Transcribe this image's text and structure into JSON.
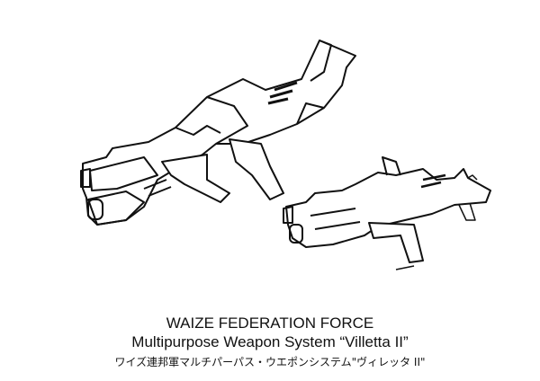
{
  "caption": {
    "line1": "WAIZE FEDERATION FORCE",
    "line2": "Multipurpose Weapon System “Villetta II”",
    "line3": "ワイズ連邦軍マルチパーパス・ウエポンシステム\"ヴィレッタ II\""
  }
}
